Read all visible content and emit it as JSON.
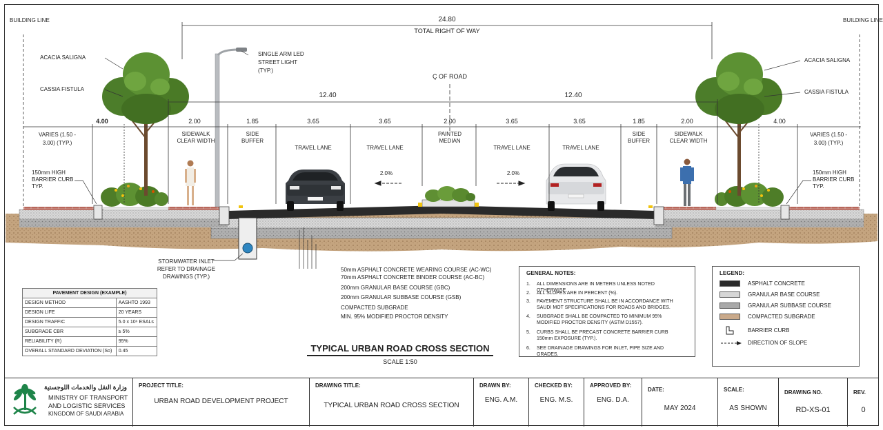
{
  "cross_section": {
    "total_width": "24.80",
    "total_label": "TOTAL RIGHT OF WAY",
    "half_width_left": "12.40",
    "half_width_right": "12.40",
    "centerline": "C̨ OF ROAD",
    "building_line": "BUILDING LINE",
    "segments": [
      {
        "dim": "4.00",
        "label": "VARIES (1.50 - 3.00) (TYP.)"
      },
      {
        "dim": "2.00",
        "label": "SIDEWALK CLEAR WIDTH"
      },
      {
        "dim": "1.85",
        "label": "SIDE BUFFER"
      },
      {
        "dim": "3.65",
        "label": "TRAVEL LANE"
      },
      {
        "dim": "3.65",
        "label": "TRAVEL LANE"
      },
      {
        "dim": "2.00",
        "label": "PAINTED MEDIAN"
      },
      {
        "dim": "3.65",
        "label": "TRAVEL LANE"
      },
      {
        "dim": "3.65",
        "label": "TRAVEL LANE"
      },
      {
        "dim": "1.85",
        "label": "SIDE BUFFER"
      },
      {
        "dim": "2.00",
        "label": "SIDEWALK CLEAR WIDTH"
      },
      {
        "dim": "4.00",
        "label": "VARIES (1.50 - 3.00) (TYP.)"
      }
    ],
    "slope_left": "2.0%",
    "slope_right": "2.0%",
    "callouts": {
      "tree_top": "ACACIA SALIGNA",
      "tree_bottom": "CASSIA FISTULA",
      "street_light": "SINGLE ARM LED STREET LIGHT (TYP.)",
      "barrier_curb": "150mm HIGH BARRIER CURB TYP.",
      "inlet": "STORMWATER INLET REFER TO DRAINAGE DRAWINGS (TYP.)"
    },
    "layers": [
      "50mm ASPHALT CONCRETE WEARING COURSE (AC-WC)",
      "70mm ASPHALT CONCRETE BINDER COURSE (AC-BC)",
      "200mm GRANULAR BASE COURSE (GBC)",
      "200mm GRANULAR SUBBASE COURSE (GSB)",
      "COMPACTED SUBGRADE",
      "MIN. 95% MODIFIED PROCTOR DENSITY"
    ]
  },
  "pavement_design": {
    "title": "PAVEMENT DESIGN (EXAMPLE)",
    "rows": [
      [
        "DESIGN METHOD",
        "AASHTO 1993"
      ],
      [
        "DESIGN LIFE",
        "20 YEARS"
      ],
      [
        "DESIGN TRAFFIC",
        "5.0 x 10⁶ ESALs"
      ],
      [
        "SUBGRADE CBR",
        "≥ 5%"
      ],
      [
        "RELIABILITY (R)",
        "95%"
      ],
      [
        "OVERALL STANDARD DEVIATION (So)",
        "0.45"
      ]
    ]
  },
  "drawing_title": {
    "main": "TYPICAL URBAN ROAD CROSS SECTION",
    "scale": "SCALE 1:50"
  },
  "general_notes": {
    "title": "GENERAL NOTES:",
    "items": [
      "ALL DIMENSIONS ARE IN METERS UNLESS NOTED OTHERWISE.",
      "ALL SLOPES ARE IN PERCENT (%).",
      "PAVEMENT STRUCTURE SHALL BE IN ACCORDANCE WITH SAUDI MOT SPECIFICATIONS FOR ROADS AND BRIDGES.",
      "SUBGRADE SHALL BE COMPACTED TO MINIMUM 95% MODIFIED PROCTOR DENSITY (ASTM D1557).",
      "CURBS SHALL BE PRECAST CONCRETE BARRIER CURB 150mm EXPOSURE (TYP.).",
      "SEE DRAINAGE DRAWINGS FOR INLET, PIPE SIZE AND GRADES."
    ]
  },
  "legend": {
    "title": "LEGEND:",
    "items": [
      {
        "label": "ASPHALT CONCRETE",
        "color": "#2b2b2b"
      },
      {
        "label": "GRANULAR BASE COURSE",
        "color": "#d6d6d6"
      },
      {
        "label": "GRANULAR SUBBASE COURSE",
        "color": "#a9a9a9"
      },
      {
        "label": "COMPACTED SUBGRADE",
        "color": "#c9a98a"
      },
      {
        "label": "BARRIER CURB",
        "icon": "barrier-curb-icon"
      },
      {
        "label": "DIRECTION OF SLOPE",
        "icon": "slope-arrow-icon"
      }
    ]
  },
  "title_block": {
    "org_arabic": "وزارة النقل والخدمات اللوجستية",
    "org_line1": "MINISTRY OF TRANSPORT",
    "org_line2": "AND LOGISTIC SERVICES",
    "org_line3": "KINGDOM OF SAUDI ARABIA",
    "project_title_label": "PROJECT TITLE:",
    "project_title": "URBAN ROAD DEVELOPMENT PROJECT",
    "drawing_title_label": "DRAWING TITLE:",
    "drawing_title": "TYPICAL URBAN ROAD CROSS SECTION",
    "drawn_by_label": "DRAWN BY:",
    "drawn_by": "ENG. A.M.",
    "checked_by_label": "CHECKED BY:",
    "checked_by": "ENG. M.S.",
    "approved_by_label": "APPROVED BY:",
    "approved_by": "ENG. D.A.",
    "date_label": "DATE:",
    "date": "MAY 2024",
    "scale_label": "SCALE:",
    "scale": "AS SHOWN",
    "drawing_no_label": "DRAWING NO.",
    "drawing_no": "RD-XS-01",
    "rev_label": "REV.",
    "rev": "0"
  }
}
